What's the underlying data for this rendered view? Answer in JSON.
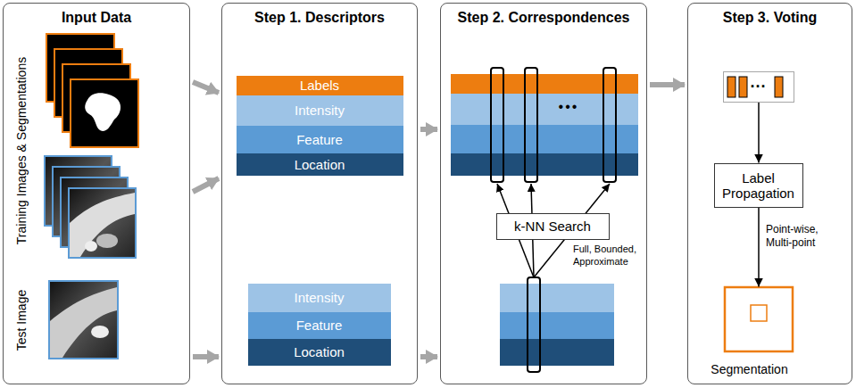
{
  "diagram": {
    "nodes": [
      {
        "text": [
          "Input Data"
        ]
      },
      {
        "text": [
          "Step 1. Descriptors"
        ]
      },
      {
        "text": [
          "Labels"
        ],
        "in": 1
      },
      {
        "text": [
          "Intensity"
        ],
        "in": 1
      },
      {
        "text": [
          "Feature"
        ],
        "in": 1
      },
      {
        "text": [
          "Location"
        ],
        "in": 1
      },
      {
        "text": [
          "Intensity"
        ],
        "in": 1
      },
      {
        "text": [
          "Feature"
        ],
        "in": 1
      },
      {
        "text": [
          "Location"
        ],
        "in": 1
      },
      {
        "text": [
          "Step 2. Correspondences"
        ]
      },
      {
        "text": [
          "k-NN Search"
        ],
        "in": 9
      },
      {
        "text": [
          "Step 3. Voting"
        ]
      },
      {
        "text": [
          "···"
        ],
        "in": 11
      },
      {
        "text": [
          "Label Propagation"
        ],
        "in": 11
      },
      {
        "text": [
          "Segmentation"
        ],
        "in": 11
      }
    ],
    "edges": [
      {
        "from": 0,
        "to": 1,
        "arrow": "to"
      },
      {
        "from": 0,
        "to": 1,
        "arrow": "to"
      },
      {
        "from": 0,
        "to": 1,
        "arrow": "to"
      },
      {
        "from": 1,
        "to": 9,
        "arrow": "to"
      },
      {
        "from": 1,
        "to": 9,
        "arrow": "to"
      },
      {
        "from": 9,
        "to": 11,
        "arrow": "to"
      },
      {
        "from": 12,
        "to": 13,
        "arrow": "to"
      },
      {
        "from": 13,
        "to": 14,
        "label": "Point-wise, Multi-point",
        "arrow": "to"
      }
    ],
    "labels": [
      "Training Images & Segmentations",
      "Test Image",
      "•••",
      "Full, Bounded, Approximate"
    ]
  }
}
